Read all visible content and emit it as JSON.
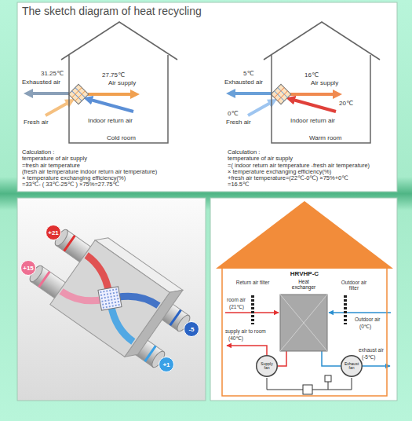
{
  "diagram": {
    "title": "The sketch diagram of heat recycling",
    "nodes": [
      {
        "text": [
          "Cold room"
        ]
      },
      {
        "text": [
          "Warm room"
        ]
      },
      {
        "text": [
          "+21"
        ]
      },
      {
        "text": [
          "+15"
        ]
      },
      {
        "text": [
          "-5"
        ]
      },
      {
        "text": [
          "+1"
        ]
      },
      {
        "text": [
          "HRVHP-C"
        ]
      },
      {
        "text": [
          "Heat exchanger"
        ],
        "in": 6
      },
      {
        "text": [
          "Supply fan"
        ],
        "in": 6
      },
      {
        "text": [
          "Exhaust fan"
        ],
        "in": 6
      }
    ],
    "labels": [
      "31.25℃",
      "Exhausted air",
      "27.75℃",
      "Air supply",
      "Fresh air",
      "Indoor return air",
      "Calculation :",
      "temperature of air supply",
      "=fresh air temperature",
      "(fresh air temperature indoor return air temperature)",
      "× temperature exchanging efficiency(%)",
      "=33℃- ( 33℃-25℃ ) ×75%=27.75℃",
      "5℃",
      "Exhausted air",
      "16℃",
      "Air supply",
      "0℃",
      "Fresh air",
      "20℃",
      "Indoor return air",
      "Calculation :",
      "temperature of air supply",
      "=( indoor return air temperature -fresh air temperature)",
      "× temperature exchanging efficiency(%)",
      "+fresh air temperature=(22℃-0℃) ×75%+0℃",
      "=16.5℃",
      "Return air filter",
      "Outdoor air filter",
      "room air",
      "(21℃)",
      "Outdoor air",
      "(0℃)",
      "supply air to room",
      "(40℃)",
      "exhaust air",
      "(-5℃)"
    ]
  }
}
